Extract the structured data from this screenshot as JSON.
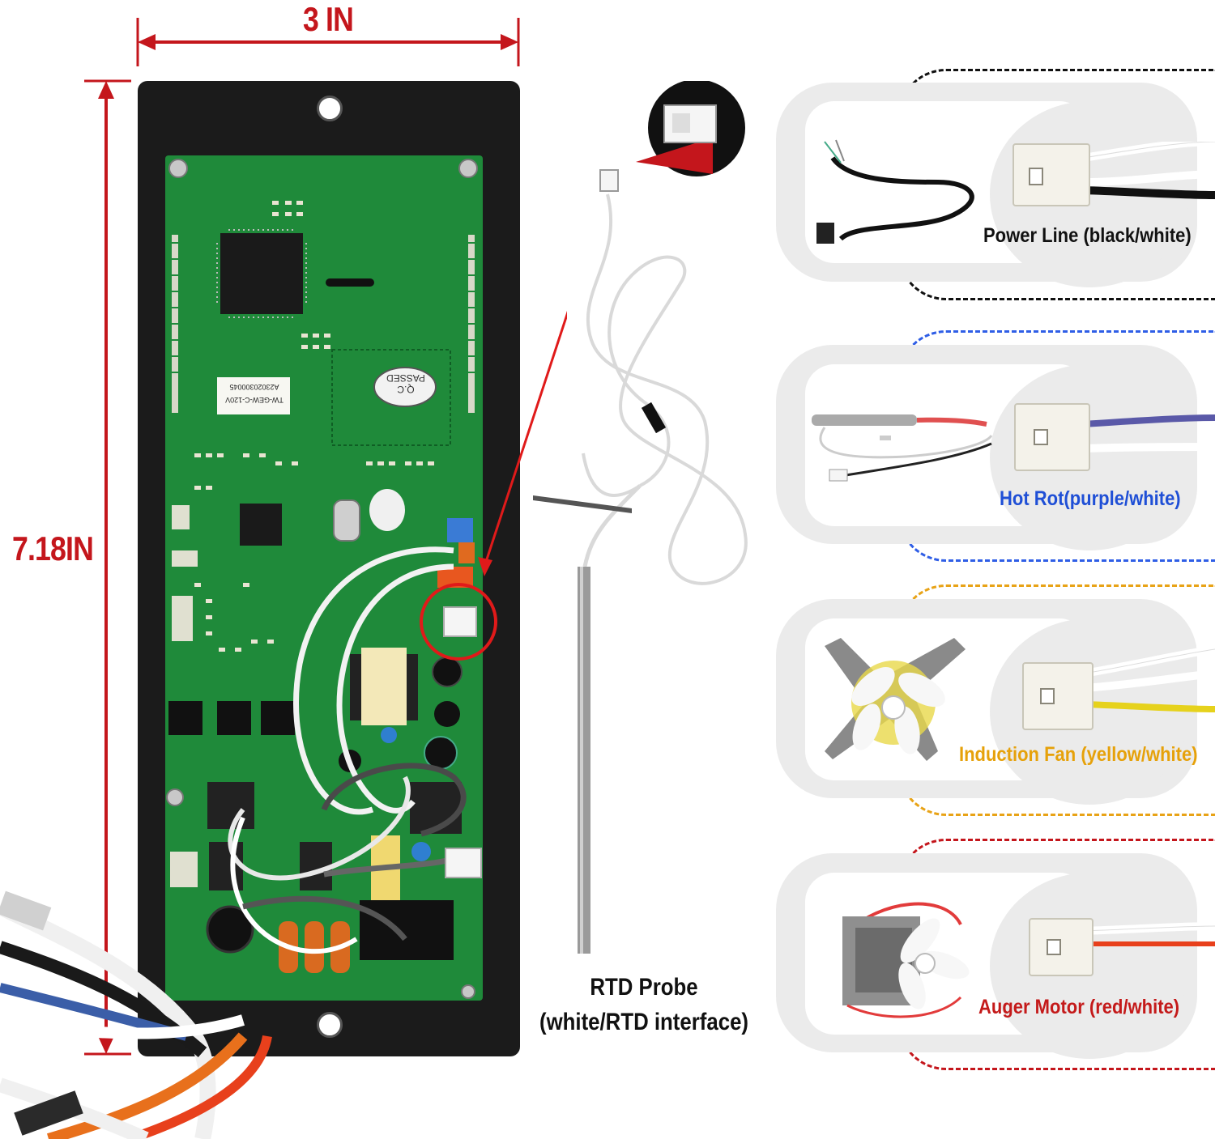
{
  "dimensions": {
    "width_label": "3 IN",
    "height_label": "7.18IN"
  },
  "probe": {
    "line1": "RTD Probe",
    "line2": "(white/RTD interface)"
  },
  "board_labels": {
    "qc_stamp_line1": "Q.C",
    "qc_stamp_line2": "PASSED",
    "sticker_line1": "TW-GEW-C-120V",
    "sticker_line2": "A23020300045"
  },
  "panels": [
    {
      "caption": "Power Line (black/white)",
      "caption_color": "#111111",
      "border_color": "#111111",
      "wire_colors": [
        "#ffffff",
        "#111111"
      ],
      "icon": "power-cord-icon"
    },
    {
      "caption": "Hot Rot(purple/white)",
      "caption_color": "#1f4fd6",
      "border_color": "#2f5ee6",
      "wire_colors": [
        "#5a59a8",
        "#ffffff"
      ],
      "icon": "hot-rod-icon"
    },
    {
      "caption": "Induction Fan (yellow/white)",
      "caption_color": "#e6a10a",
      "border_color": "#e8a317",
      "wire_colors": [
        "#ffffff",
        "#e6d21c"
      ],
      "icon": "fan-icon"
    },
    {
      "caption": "Auger Motor (red/white)",
      "caption_color": "#c41a1a",
      "border_color": "#c4161c",
      "wire_colors": [
        "#ffffff",
        "#e8401c"
      ],
      "icon": "auger-motor-icon"
    }
  ],
  "colors": {
    "dimension_red": "#c4161c",
    "pcb_green": "#1f8a3a",
    "board_black": "#1b1b1b"
  }
}
